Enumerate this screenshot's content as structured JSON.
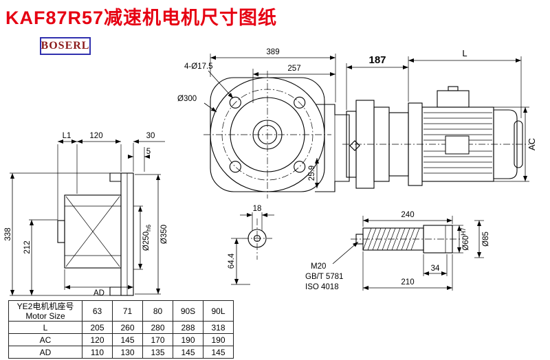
{
  "title": "KAF87R57减速机电机尺寸图纸",
  "logo": "BOSERL",
  "front_view": {
    "dim_overall_width": "389",
    "dim_width_257": "257",
    "dim_bolt_holes": "4-Ø17.5",
    "dim_flange_dia": "Ø300",
    "dim_offset": "25.9",
    "dim_shaft_18": "18",
    "dim_height_64_4": "64.4"
  },
  "left_view": {
    "dim_l1": "L1",
    "dim_120": "120",
    "dim_30": "30",
    "dim_5": "5",
    "dim_height_338": "338",
    "dim_height_212": "212",
    "dim_ad": "AD",
    "dim_spigot": "Ø250",
    "dim_spigot_tol": "h6",
    "dim_flange_od": "Ø350"
  },
  "right_view": {
    "dim_187": "187",
    "dim_l": "L",
    "dim_ac": "AC"
  },
  "shaft_detail": {
    "dim_240": "240",
    "dim_34": "34",
    "dim_210": "210",
    "thread_label": "M20",
    "standard_gb": "GB/T 5781",
    "standard_iso": "ISO 4018",
    "dim_bore": "Ø60",
    "dim_bore_tol": "H7",
    "dim_85": "Ø85"
  },
  "table": {
    "header_line1": "YE2电机机座号",
    "header_line2": "Motor Size",
    "columns": [
      "63",
      "71",
      "80",
      "90S",
      "90L"
    ],
    "rows": [
      {
        "label": "L",
        "values": [
          "205",
          "260",
          "280",
          "288",
          "318"
        ]
      },
      {
        "label": "AC",
        "values": [
          "120",
          "145",
          "170",
          "190",
          "190"
        ]
      },
      {
        "label": "AD",
        "values": [
          "110",
          "130",
          "135",
          "145",
          "145"
        ]
      }
    ]
  }
}
